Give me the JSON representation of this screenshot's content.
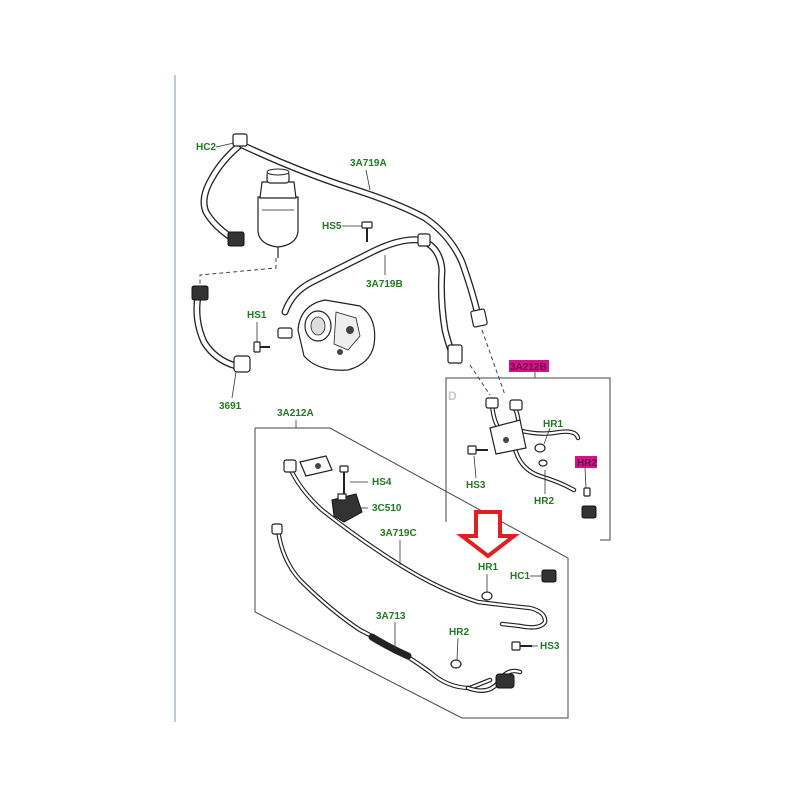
{
  "labels": {
    "hc2": "HC2",
    "a3a719a": "3A719A",
    "hs5": "HS5",
    "a3a719b": "3A719B",
    "hs1": "HS1",
    "n3691": "3691",
    "a3a212b": "3A212B",
    "d_marker": "D",
    "hr1_top": "HR1",
    "hr2_top": "HR2",
    "hs3_top": "HS3",
    "hr2_hl": "HR2",
    "a3a212a": "3A212A",
    "hs4": "HS4",
    "c3c510": "3C510",
    "a3a719c": "3A719C",
    "hr1_bot": "HR1",
    "hc1": "HC1",
    "a3a713": "3A713",
    "hr2_bot": "HR2",
    "hs3_bot": "HS3"
  },
  "colors": {
    "label_green": "#1f7a1f",
    "highlight_bg": "#d0138a",
    "arrow_red": "#e02020",
    "page_rule": "#a8b8d8"
  },
  "icons": {
    "callout_arrow": "down-arrow-icon"
  }
}
